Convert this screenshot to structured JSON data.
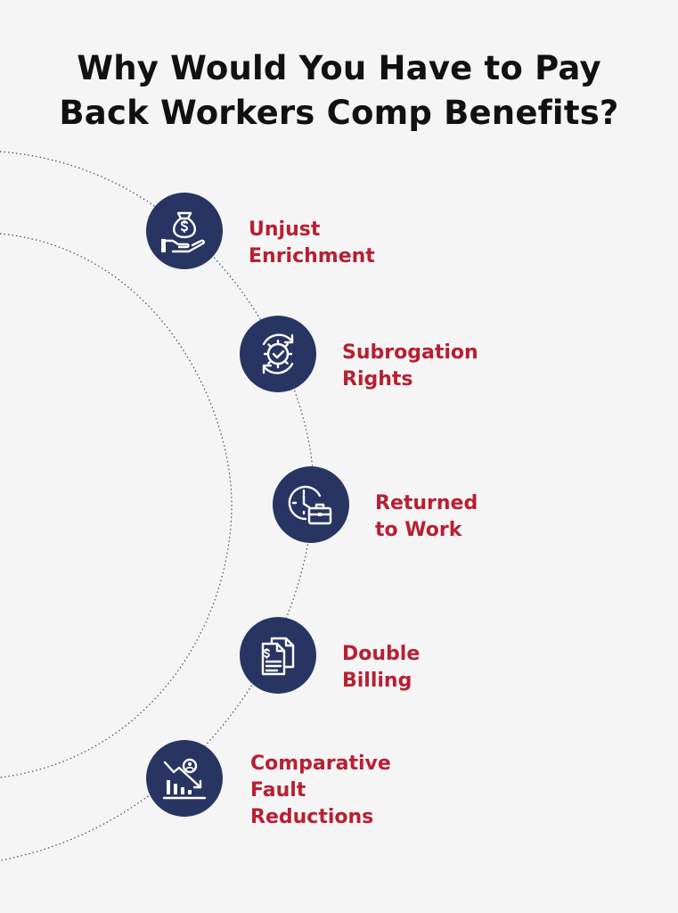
{
  "title": {
    "line1": "Why Would You Have to Pay",
    "line2": "Back Workers Comp Benefits?"
  },
  "colors": {
    "background": "#f5f5f5",
    "badge": "#283563",
    "label": "#b81f33",
    "title": "#111111",
    "dotted_arc": "#3b4a7a"
  },
  "items": [
    {
      "label": "Unjust Enrichment",
      "icon": "money-bag-hand-icon"
    },
    {
      "label": "Subrogation Rights",
      "icon": "gear-check-icon"
    },
    {
      "label": "Returned to Work",
      "icon": "clock-briefcase-icon"
    },
    {
      "label": "Double Billing",
      "icon": "duplicate-invoice-icon"
    },
    {
      "label": "Comparative Fault\nReductions",
      "icon": "declining-chart-person-icon"
    }
  ]
}
